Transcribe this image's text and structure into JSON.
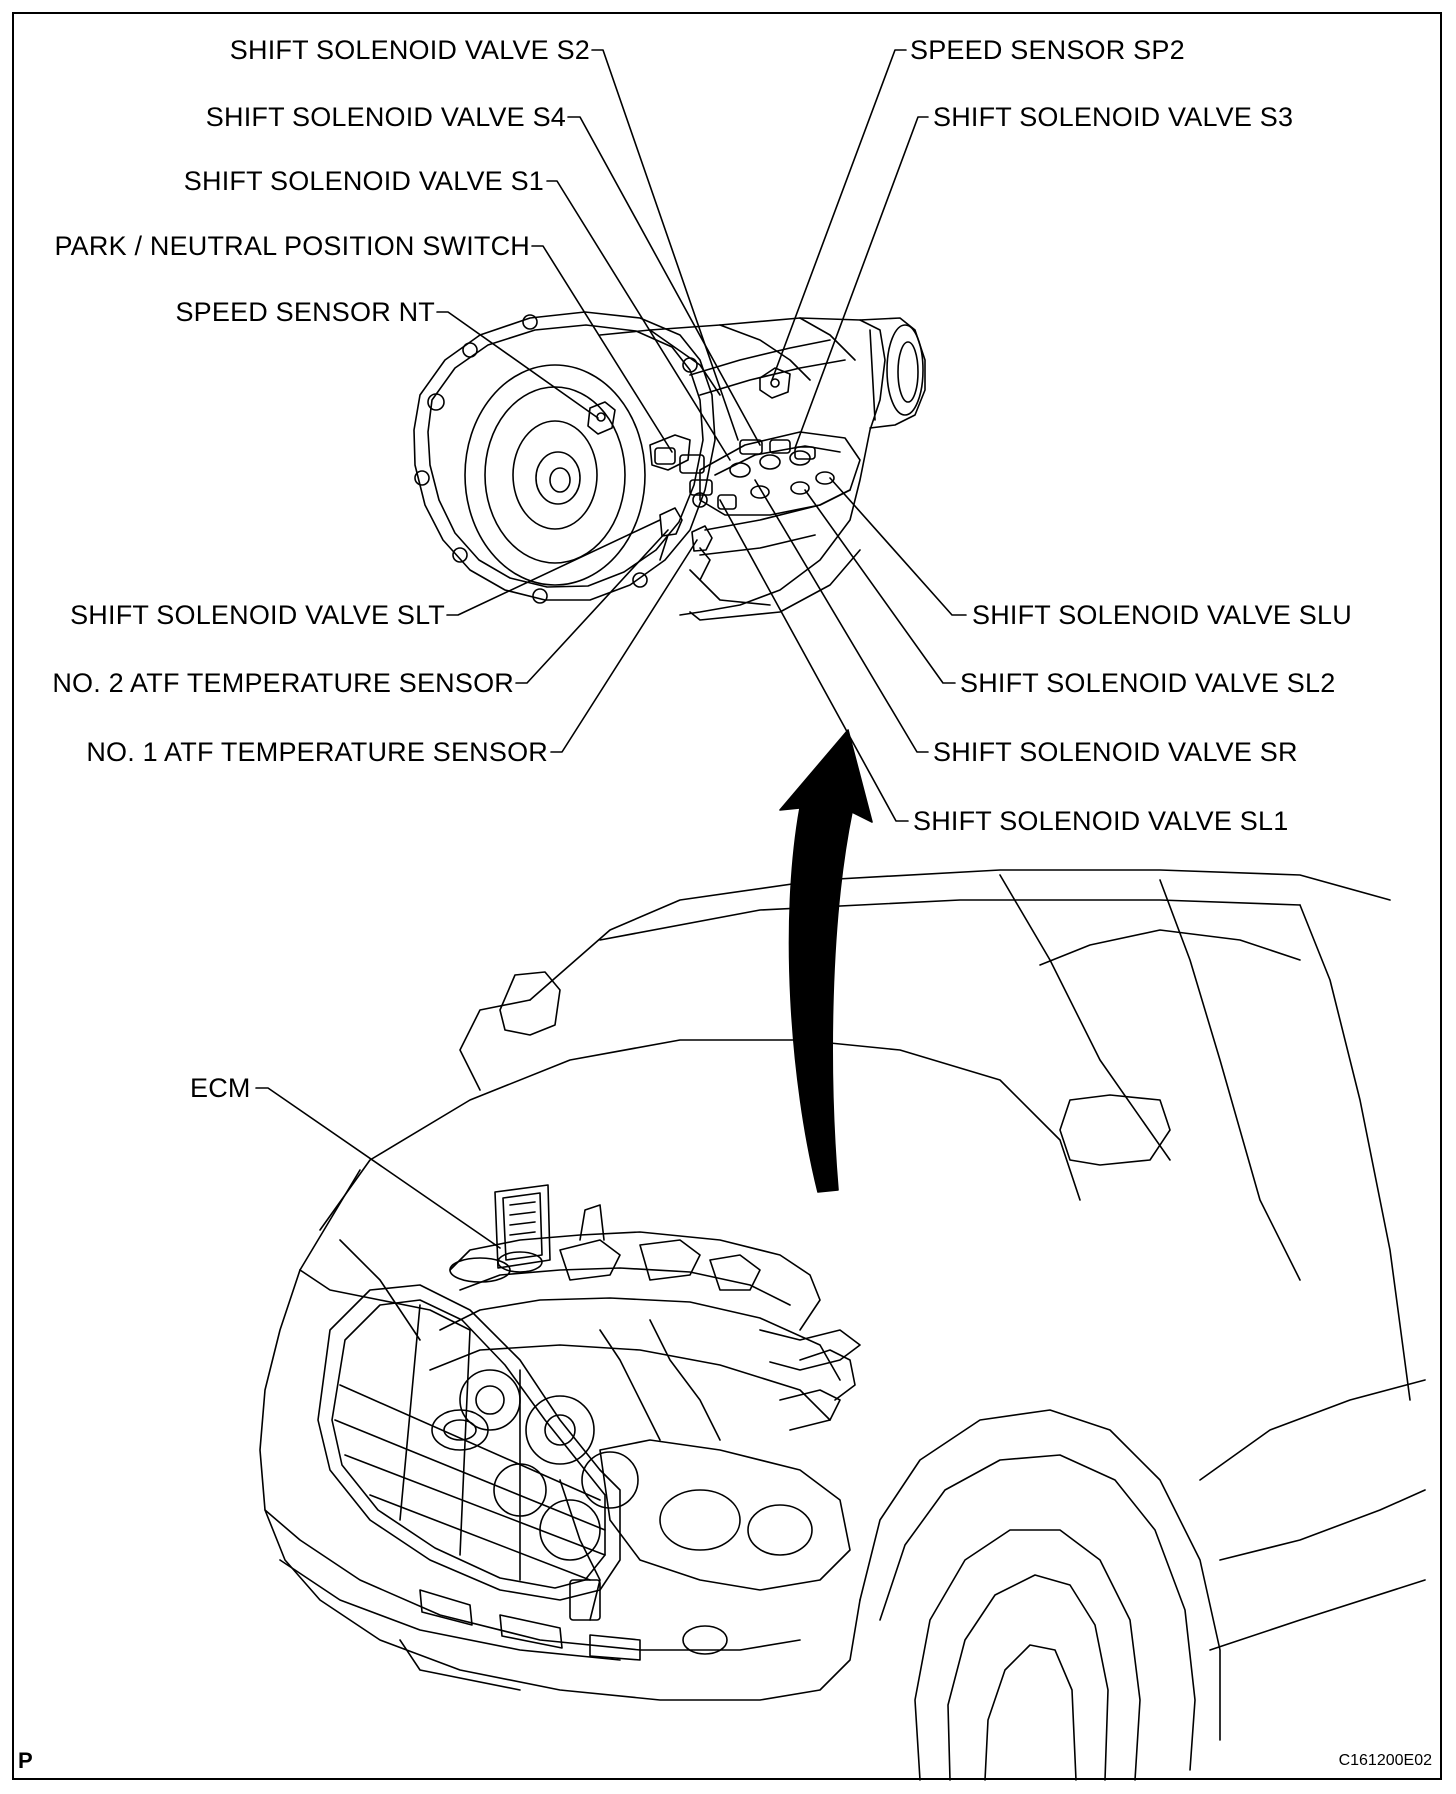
{
  "labels": {
    "s2": "SHIFT SOLENOID VALVE S2",
    "s4": "SHIFT SOLENOID VALVE S4",
    "s1": "SHIFT SOLENOID VALVE S1",
    "pnp": "PARK / NEUTRAL POSITION SWITCH",
    "nt": "SPEED SENSOR NT",
    "sp2": "SPEED SENSOR SP2",
    "s3": "SHIFT SOLENOID VALVE S3",
    "slt": "SHIFT SOLENOID VALVE SLT",
    "atf2": "NO. 2 ATF TEMPERATURE SENSOR",
    "atf1": "NO. 1 ATF TEMPERATURE SENSOR",
    "slu": "SHIFT SOLENOID VALVE SLU",
    "sl2": "SHIFT SOLENOID VALVE SL2",
    "sr": "SHIFT SOLENOID VALVE SR",
    "sl1": "SHIFT SOLENOID VALVE SL1",
    "ecm": "ECM"
  },
  "corner": {
    "mark": "P",
    "code": "C161200E02"
  }
}
